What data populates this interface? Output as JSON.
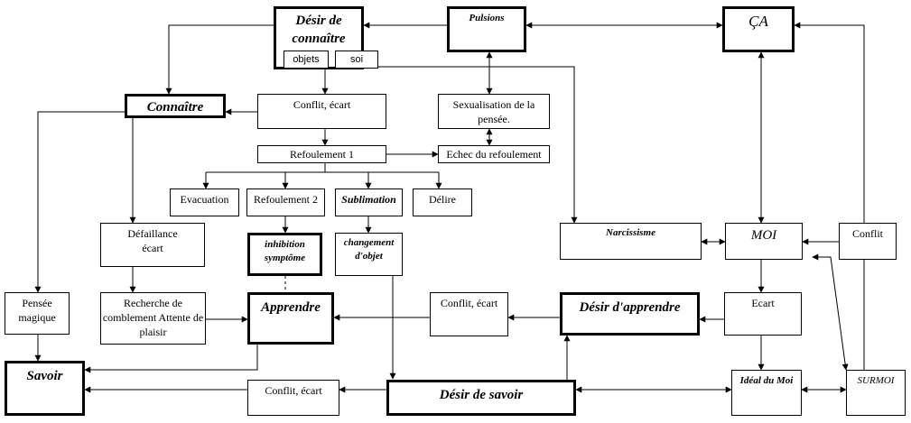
{
  "nodes": {
    "desir_connaitre": "Désir de connaître",
    "objets": "objets",
    "soi": "soi",
    "pulsions": "Pulsions",
    "ca": "ÇA",
    "connaitre": "Connaître",
    "conflit1": "Conflit, écart",
    "sexualisation": "Sexualisation de la pensée.",
    "refoulement1": "Refoulement 1",
    "echec": "Echec du refoulement",
    "evacuation": "Evacuation",
    "refoulement2": "Refoulement 2",
    "sublimation": "Sublimation",
    "delire": "Délire",
    "defaillance": "Défaillance écart",
    "inhibition": "inhibition symptôme",
    "changement": "changement d'objet",
    "narcissisme": "Narcissisme",
    "moi": "MOI",
    "conflit_right": "Conflit",
    "pensee": "Pensée magique",
    "recherche": "Recherche de comblement Attente de plaisir",
    "apprendre": "Apprendre",
    "conflit2": "Conflit, écart",
    "desir_apprendre": "Désir d'apprendre",
    "ecart": "Ecart",
    "savoir": "Savoir",
    "conflit3": "Conflit, écart",
    "desir_savoir": "Désir de savoir",
    "ideal": "Idéal du Moi",
    "surmoi": "SURMOI"
  }
}
